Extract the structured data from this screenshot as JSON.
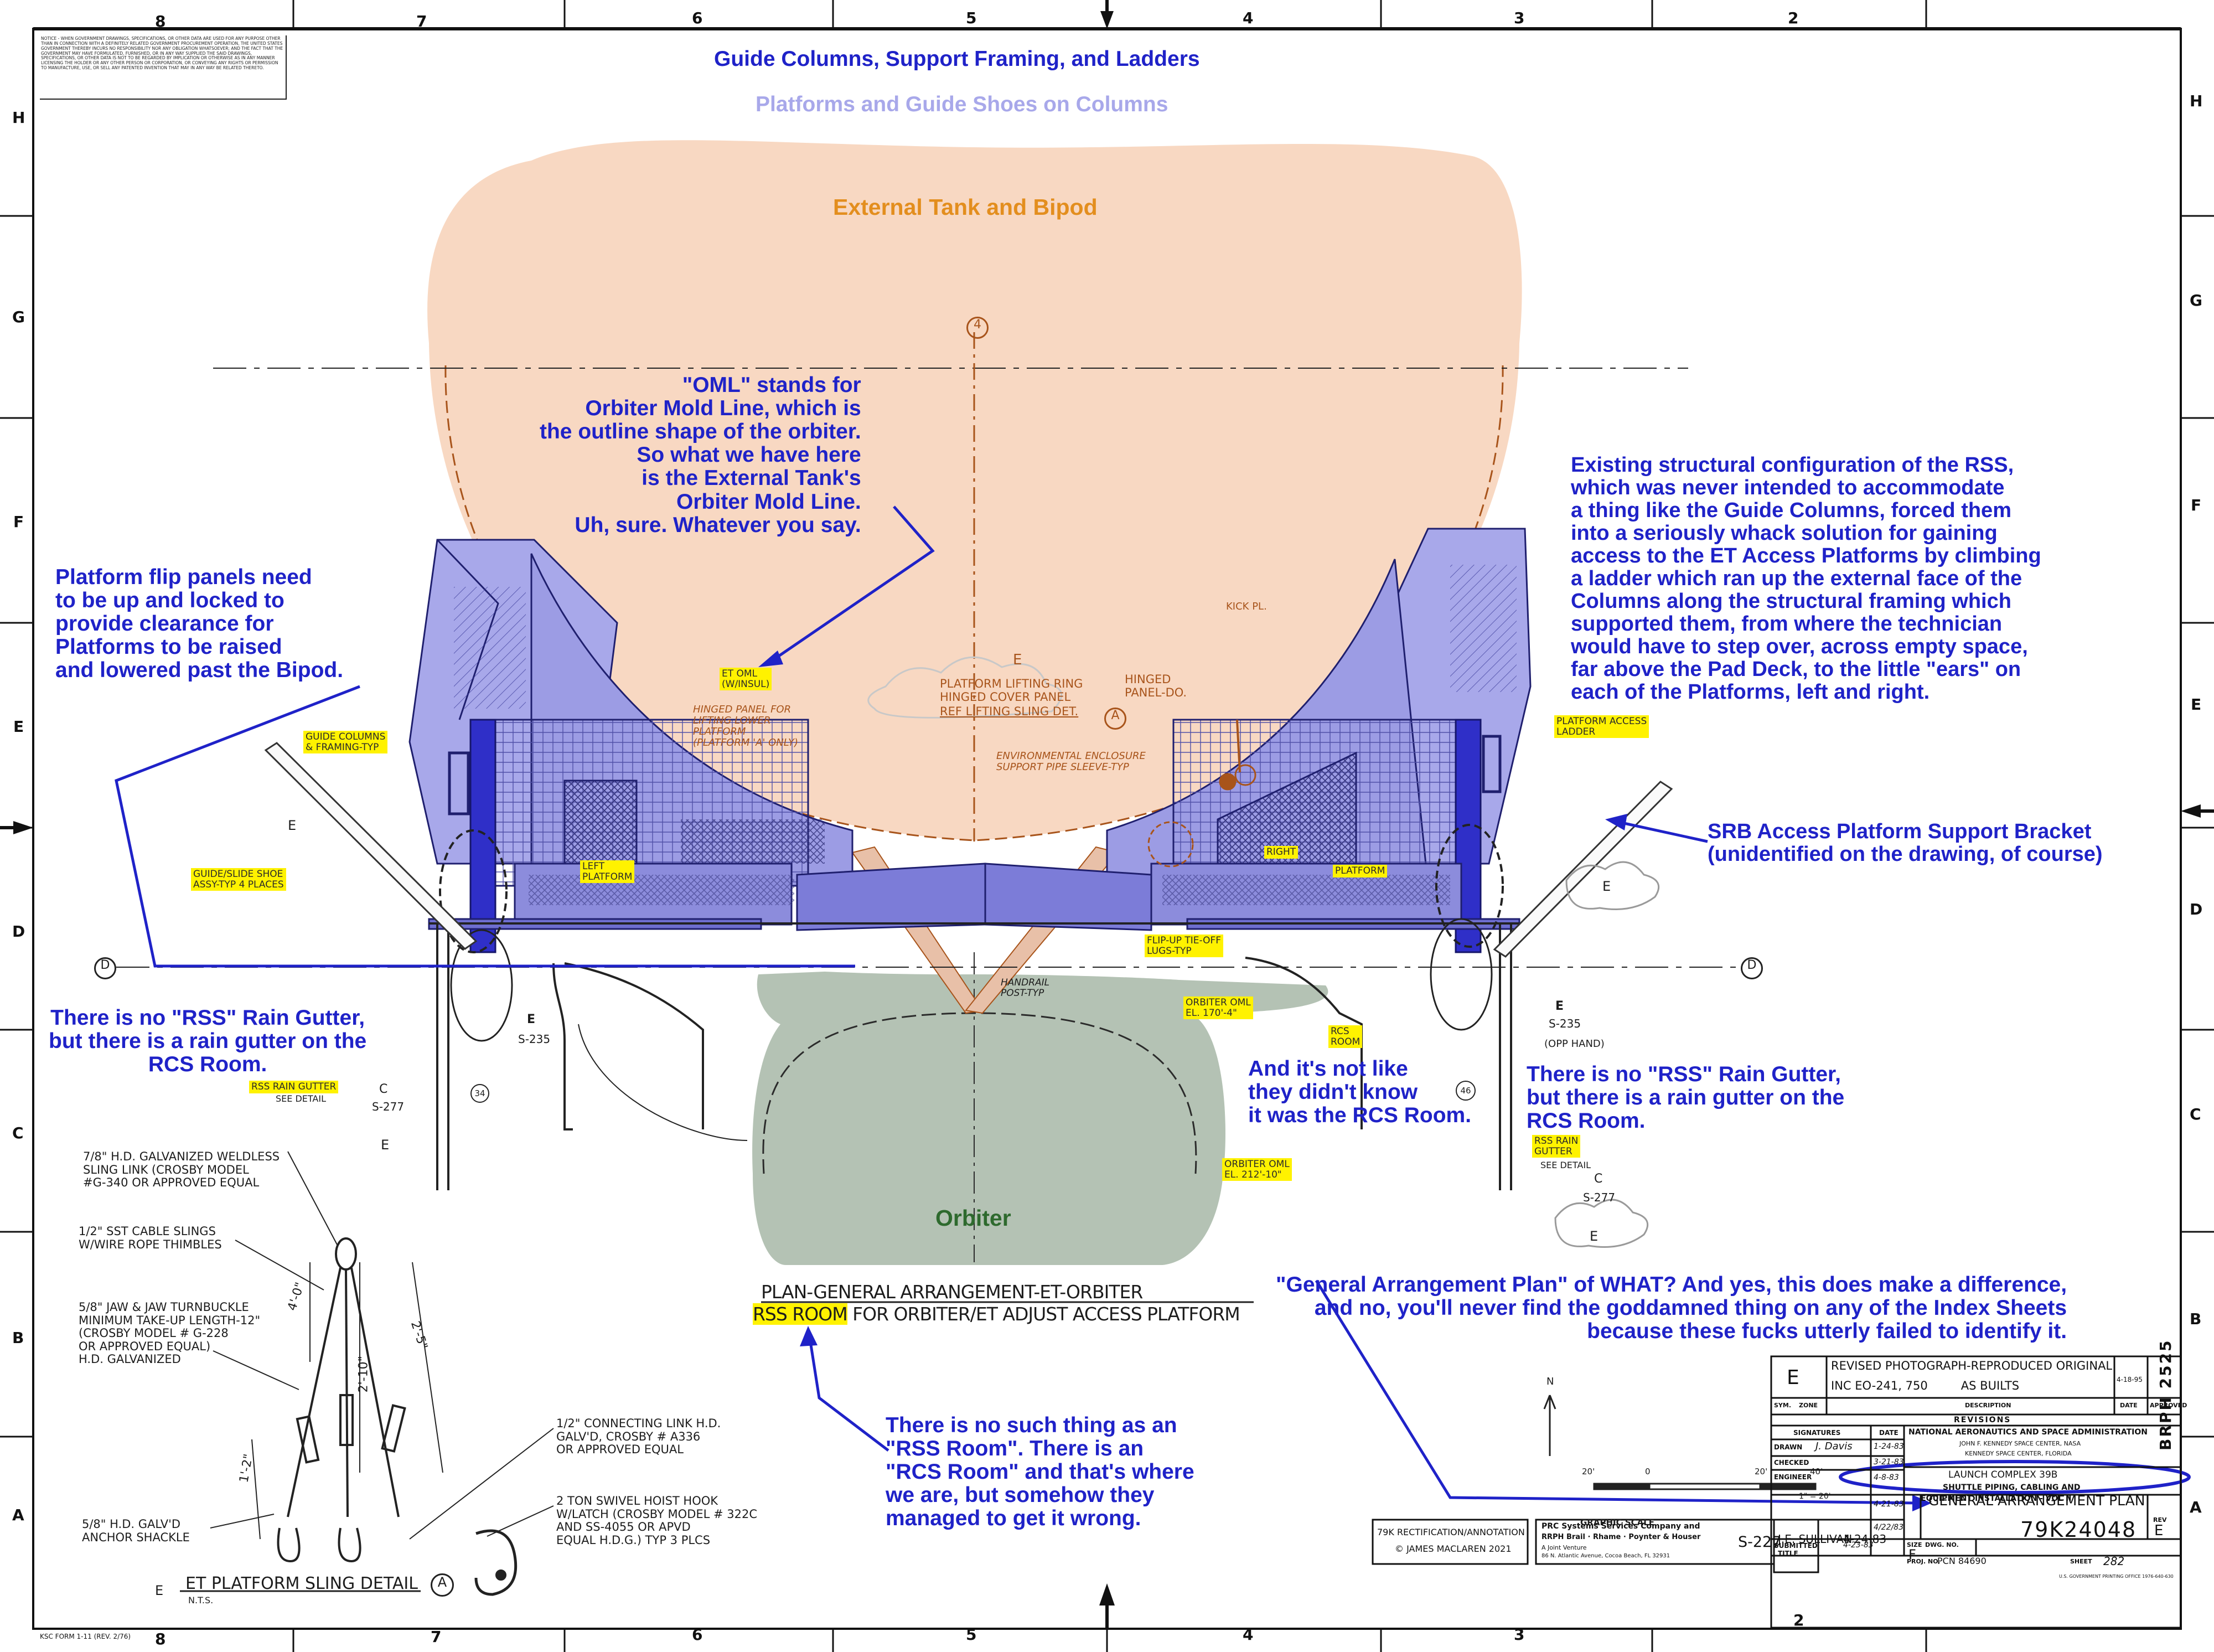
{
  "headings": {
    "columns": "Guide Columns, Support Framing, and Ladders",
    "platforms": "Platforms and Guide Shoes on Columns",
    "tank": "External Tank and Bipod",
    "orbiter": "Orbiter"
  },
  "colors": {
    "annotation_blue": "#1f22c8",
    "lavender": "#a8a8ea",
    "tank_fill": "#f8d8c2",
    "orbiter_fill": "#b4c2b4",
    "structure_blue": "#4a4ab8",
    "drawing_brown": "#a8541b",
    "highlight": "#fff200"
  },
  "zones": {
    "top": [
      "8",
      "7",
      "6",
      "5",
      "4",
      "3",
      "2"
    ],
    "side": [
      "H",
      "G",
      "F",
      "E",
      "D",
      "C",
      "B",
      "A"
    ]
  },
  "annotations": {
    "oml": "\"OML\" stands for\nOrbiter Mold Line, which is\nthe outline shape of the orbiter.\nSo what we have here\nis the External Tank's\nOrbiter Mold Line.\nUh, sure. Whatever you say.",
    "flip_panels": "Platform flip panels need\nto be up and locked to\nprovide clearance for\nPlatforms to be raised\nand lowered past the Bipod.",
    "existing_structure": "Existing structural configuration of the RSS,\nwhich was never intended to accommodate\na thing like the Guide Columns, forced them\ninto a seriously whack solution for gaining\naccess to the ET Access Platforms by climbing\na ladder which ran up the external face of the\nColumns along the structural framing which\nsupported them, from where the technician\nwould have to step over, across empty space,\nfar above the Pad Deck, to the little \"ears\" on\neach of the Platforms, left and right.",
    "srb_bracket": "SRB Access Platform Support Bracket\n(unidentified on the drawing, of course)",
    "gutter_left": "There is no \"RSS\" Rain Gutter,\nbut there is a rain gutter on the\nRCS Room.",
    "gutter_right": "There is no \"RSS\" Rain Gutter,\nbut there is a rain gutter on the\nRCS Room.",
    "rcs_known": "And it's not like\nthey didn't know\nit was the RCS Room.",
    "general_plan": "\"General Arrangement Plan\" of WHAT? And yes, this does make a difference,\nand no, you'll never find the goddamned thing on any of the Index Sheets\nbecause these fucks utterly failed to identify it.",
    "no_rss_room": "There is no such thing as an\n\"RSS Room\". There is an\n\"RCS Room\" and that's where\nwe are, but somehow they\nmanaged to get it wrong."
  },
  "tags": {
    "et_oml": "ET OML\n(W/INSUL)",
    "guide_columns": "GUIDE COLUMNS\n& FRAMING-TYP",
    "guide_shoe": "GUIDE/SLIDE SHOE\nASSY-TYP 4 PLACES",
    "left_platform": "LEFT\nPLATFORM",
    "right": "RIGHT",
    "platform": "PLATFORM",
    "access_ladder": "PLATFORM ACCESS\nLADDER",
    "flipup_lugs": "FLIP-UP TIE-OFF\nLUGS-TYP",
    "orbiter_oml_170": "ORBITER OML\nEL. 170'-4\"",
    "rcs_room": "RCS\nROOM",
    "orbiter_oml_212": "ORBITER OML\nEL. 212'-10\"",
    "rss_gutter_left": "RSS RAIN GUTTER",
    "rss_gutter_right": "RSS RAIN\nGUTTER",
    "rss_room": "RSS ROOM"
  },
  "drawing_notes": {
    "lifting_ring": "PLATFORM LIFTING RING\nHINGED COVER PANEL",
    "ref_lifting": "REF LIFTING SLING DET.",
    "hinged_lower": "HINGED PANEL FOR\nLIFTING LOWER\nPLATFORM\n(PLATFORM 'A' ONLY)",
    "hinged_do": "HINGED\nPANEL-DO.",
    "enclosure": "ENVIRONMENTAL ENCLOSURE\nSUPPORT PIPE SLEEVE-TYP",
    "kick": "KICK PL.",
    "handrail": "HANDRAIL\nPOST-TYP",
    "opp_hand": "(OPP HAND)",
    "see_detail": "SEE DETAIL",
    "plan_title_1": "PLAN-GENERAL ARRANGEMENT-ET-ORBITER",
    "plan_title_2": "FOR ORBITER/ET ADJUST ACCESS PLATFORM",
    "sling_detail": "ET PLATFORM SLING DETAIL",
    "nts": "N.T.S.",
    "sling_notes": {
      "n1": "7/8\" H.D. GALVANIZED WELDLESS\nSLING LINK (CROSBY MODEL\n#G-340 OR APPROVED EQUAL",
      "n2": "1/2\" SST CABLE SLINGS\nW/WIRE ROPE THIMBLES",
      "n3": "5/8\" JAW & JAW TURNBUCKLE\nMINIMUM TAKE-UP LENGTH-12\"\n(CROSBY MODEL # G-228\nOR APPROVED EQUAL)\nH.D. GALVANIZED",
      "n4": "5/8\" H.D. GALV'D\nANCHOR SHACKLE",
      "n5": "1/2\" CONNECTING LINK H.D.\nGALV'D, CROSBY # A336\nOR APPROVED EQUAL",
      "n6": "2 TON SWIVEL HOIST HOOK\nW/LATCH (CROSBY MODEL # 322C\nAND SS-4055 OR APVD\nEQUAL H.D.G.) TYP 3 PLCS",
      "dims": [
        "4'-0\"",
        "2'-10\"",
        "1'-2\"",
        "2'-5\""
      ]
    },
    "callouts": {
      "c4": "4",
      "cE": "E",
      "cA": "A",
      "cD": "D",
      "cC": "C",
      "s235": "S-235",
      "s277": "S-277",
      "c34": "34",
      "c46": "46"
    }
  },
  "scale": {
    "label": "GRAPHIC SCALE",
    "ticks": [
      "20'",
      "0",
      "20'",
      "40'"
    ],
    "ratio": "1\" = 20'",
    "north": "N"
  },
  "title_block": {
    "rev_letter": "E",
    "rev_desc_1": "REVISED PHOTOGRAPH-REPRODUCED ORIGINAL",
    "rev_desc_2": "INC EO-241, 750         AS BUILTS",
    "rev_date": "4-18-95",
    "sym": "SYM.",
    "zone": "ZONE",
    "description": "DESCRIPTION",
    "date": "DATE",
    "approved": "APPROVED",
    "revisions": "REVISIONS",
    "signatures": "SIGNATURES",
    "date_col": "DATE",
    "drawn": "DRAWN",
    "drawn_by": "J. Davis",
    "checked": "CHECKED",
    "engineer": "ENGINEER",
    "sig_dates": [
      "1-24-83",
      "3-21-83",
      "4-8-83",
      "4-21-83",
      "4/22/83"
    ],
    "agency": "NATIONAL AERONAUTICS AND SPACE ADMINISTRATION",
    "center": "JOHN F. KENNEDY SPACE CENTER, NASA",
    "center2": "KENNEDY SPACE CENTER, FLORIDA",
    "project": "LAUNCH COMPLEX 39B",
    "subject_1": "SHUTTLE PIPING, CABLING AND",
    "subject_2": "EQUIPMENT INSTALLATION - VOL II",
    "title": "GENERAL ARRANGEMENT PLAN",
    "submitted": "SUBMITTED",
    "submitted_date": "4-23-83",
    "size_label": "SIZE",
    "size": "F",
    "dwg_label": "DWG. NO.",
    "dwg_no": "79K24048",
    "rev_label": "REV",
    "rev": "E",
    "proj_label": "PROJ. NO.",
    "pcn": "PCN 84690",
    "sheet_label": "SHEET",
    "sheet": "282",
    "contractor": "PRC Systems Services Company and",
    "contractor2": "RRPH Brail · Rhame · Poynter & Houser",
    "contractor3": "A Joint Venture",
    "contractor4": "86 N. Atlantic Avenue, Cocoa Beach, FL 32931",
    "sheet_no": "S-227",
    "engineer_name": "J.E. SULLIVAN",
    "engineer_date": "4-24-83",
    "title_label": "TITLE",
    "rectification": "79K RECTIFICATION/ANNOTATION",
    "copyright": "© JAMES MACLAREN 2021",
    "side_code": "BRPH 2525",
    "gpo": "U.S. GOVERNMENT PRINTING OFFICE 1976-640-630",
    "form": "KSC FORM 1-11 (REV. 2/76)"
  },
  "top_left_note": "NOTICE - WHEN GOVERNMENT DRAWINGS, SPECIFICATIONS, OR OTHER DATA ARE USED FOR ANY PURPOSE OTHER THAN IN CONNECTION WITH A DEFINITELY RELATED GOVERNMENT PROCUREMENT OPERATION, THE UNITED STATES GOVERNMENT THEREBY INCURS NO RESPONSIBILITY NOR ANY OBLIGATION WHATSOEVER; AND THE FACT THAT THE GOVERNMENT MAY HAVE FORMULATED, FURNISHED, OR IN ANY WAY SUPPLIED THE SAID DRAWINGS, SPECIFICATIONS, OR OTHER DATA IS NOT TO BE REGARDED BY IMPLICATION OR OTHERWISE AS IN ANY MANNER LICENSING THE HOLDER OR ANY OTHER PERSON OR CORPORATION, OR CONVEYING ANY RIGHTS OR PERMISSION TO MANUFACTURE, USE, OR SELL ANY PATENTED INVENTION THAT MAY IN ANY WAY BE RELATED THERETO."
}
